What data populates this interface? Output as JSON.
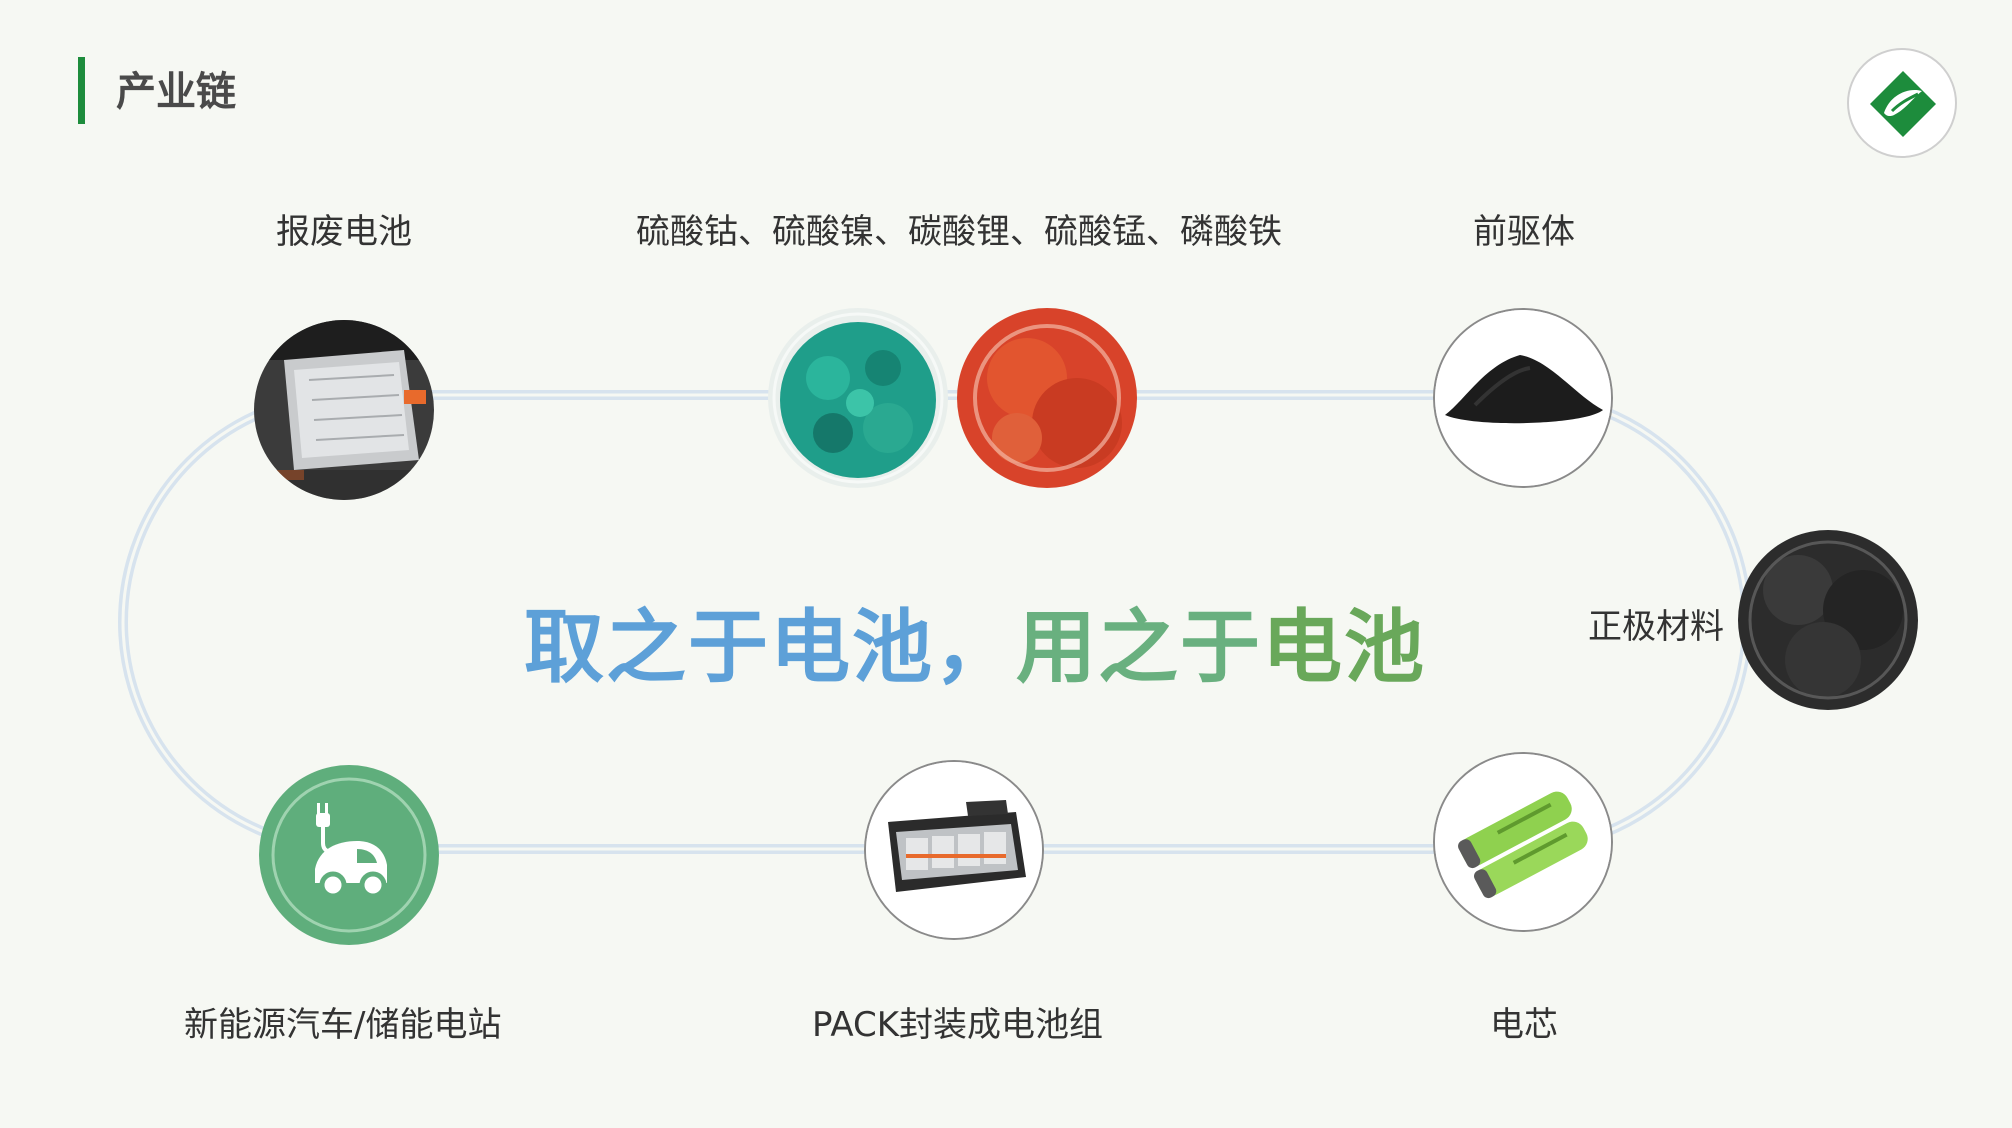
{
  "header": {
    "title": "产业链"
  },
  "logo": {
    "icon": "company-logo-leaf",
    "color": "#1d8c3c"
  },
  "slogan": {
    "part1": "取之于电池，",
    "part2": "用之于",
    "part3": "电池"
  },
  "nodes": {
    "scrap_battery": {
      "label": "报废电池",
      "icon": "battery-pack-photo"
    },
    "salts": {
      "label": "硫酸钴、硫酸镍、碳酸锂、硫酸锰、磷酸铁",
      "icon": "chemical-powder-photos"
    },
    "precursor": {
      "label": "前驱体",
      "icon": "black-powder-photo"
    },
    "cathode": {
      "label": "正极材料",
      "icon": "dark-powder-photo"
    },
    "cell": {
      "label": "电芯",
      "icon": "cylindrical-cells-photo"
    },
    "pack": {
      "label": "PACK封装成电池组",
      "icon": "battery-module-photo"
    },
    "ev": {
      "label": "新能源汽车/储能电站",
      "icon": "ev-charging-car-icon"
    }
  },
  "colors": {
    "accent_green": "#1d8c3c",
    "loop_line": "#d4e2ef",
    "ev_circle": "#5fae7c"
  }
}
